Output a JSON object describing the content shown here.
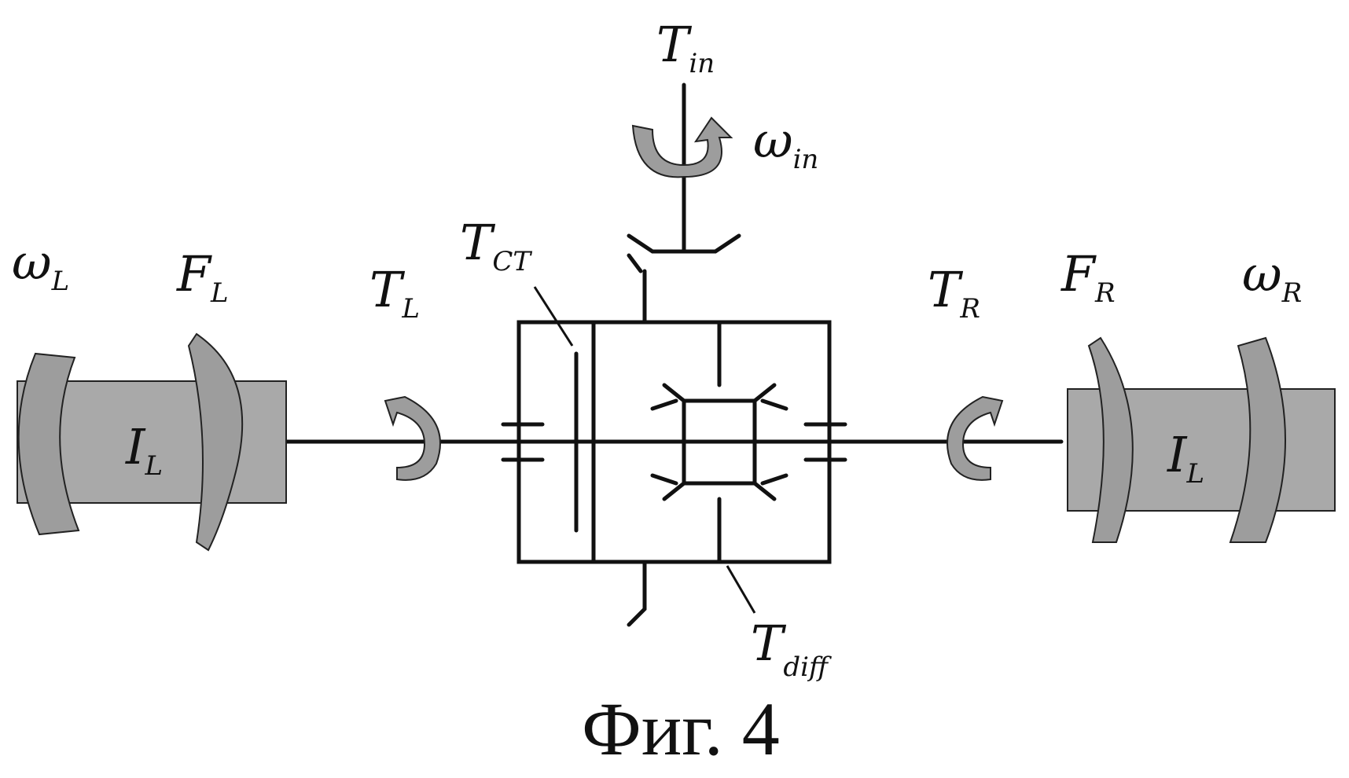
{
  "labels": {
    "t_in": {
      "main": "T",
      "sub": "in"
    },
    "omega_in": {
      "main": "ω",
      "sub": "in"
    },
    "t_ct": {
      "main": "T",
      "sub": "CT"
    },
    "t_l": {
      "main": "T",
      "sub": "L"
    },
    "t_r": {
      "main": "T",
      "sub": "R"
    },
    "f_l": {
      "main": "F",
      "sub": "L"
    },
    "f_r": {
      "main": "F",
      "sub": "R"
    },
    "omega_l": {
      "main": "ω",
      "sub": "L"
    },
    "omega_r": {
      "main": "ω",
      "sub": "R"
    },
    "t_diff": {
      "main": "T",
      "sub": "diff"
    },
    "i_l": {
      "main": "I",
      "sub": "L"
    },
    "i_r": {
      "main": "I",
      "sub": "L"
    }
  },
  "caption": "Фиг. 4"
}
